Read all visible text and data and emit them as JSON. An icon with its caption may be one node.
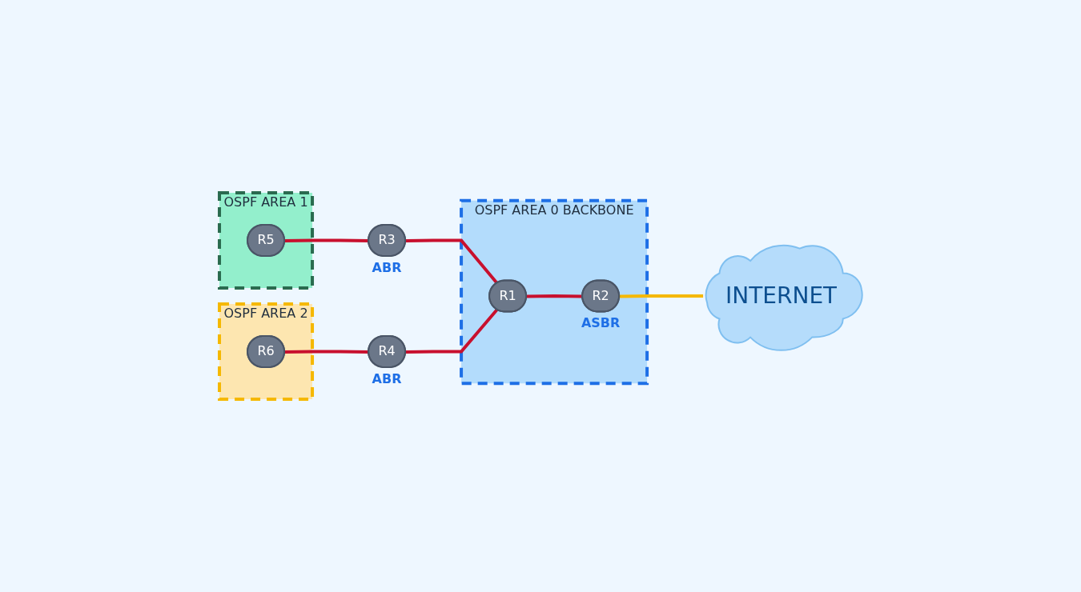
{
  "diagram": {
    "nodes": [
      {
        "text": [
          "OSPF AREA 1"
        ]
      },
      {
        "text": [
          "R5"
        ],
        "in": 0
      },
      {
        "text": [
          "OSPF AREA 2"
        ]
      },
      {
        "text": [
          "R6"
        ],
        "in": 2
      },
      {
        "text": [
          "R3"
        ],
        "beside": [
          "ABR"
        ]
      },
      {
        "text": [
          "R4"
        ],
        "beside": [
          "ABR"
        ]
      },
      {
        "text": [
          "INTERNET"
        ]
      },
      {
        "text": [
          "OSPF AREA 0 BACKBONE"
        ]
      },
      {
        "text": [
          "R1"
        ],
        "in": 7
      },
      {
        "text": [
          "R2"
        ],
        "in": 7,
        "beside": [
          "ASBR"
        ]
      }
    ],
    "edges": [
      {
        "from": 1,
        "to": 4,
        "arrow": "none"
      },
      {
        "from": 3,
        "to": 5,
        "arrow": "none"
      },
      {
        "from": 4,
        "to": 8,
        "arrow": "none"
      },
      {
        "from": 5,
        "to": 8,
        "arrow": "none"
      },
      {
        "from": 8,
        "to": 9,
        "arrow": "none"
      },
      {
        "from": 9,
        "to": 6,
        "arrow": "none",
        "color": "#f5b800"
      }
    ]
  }
}
